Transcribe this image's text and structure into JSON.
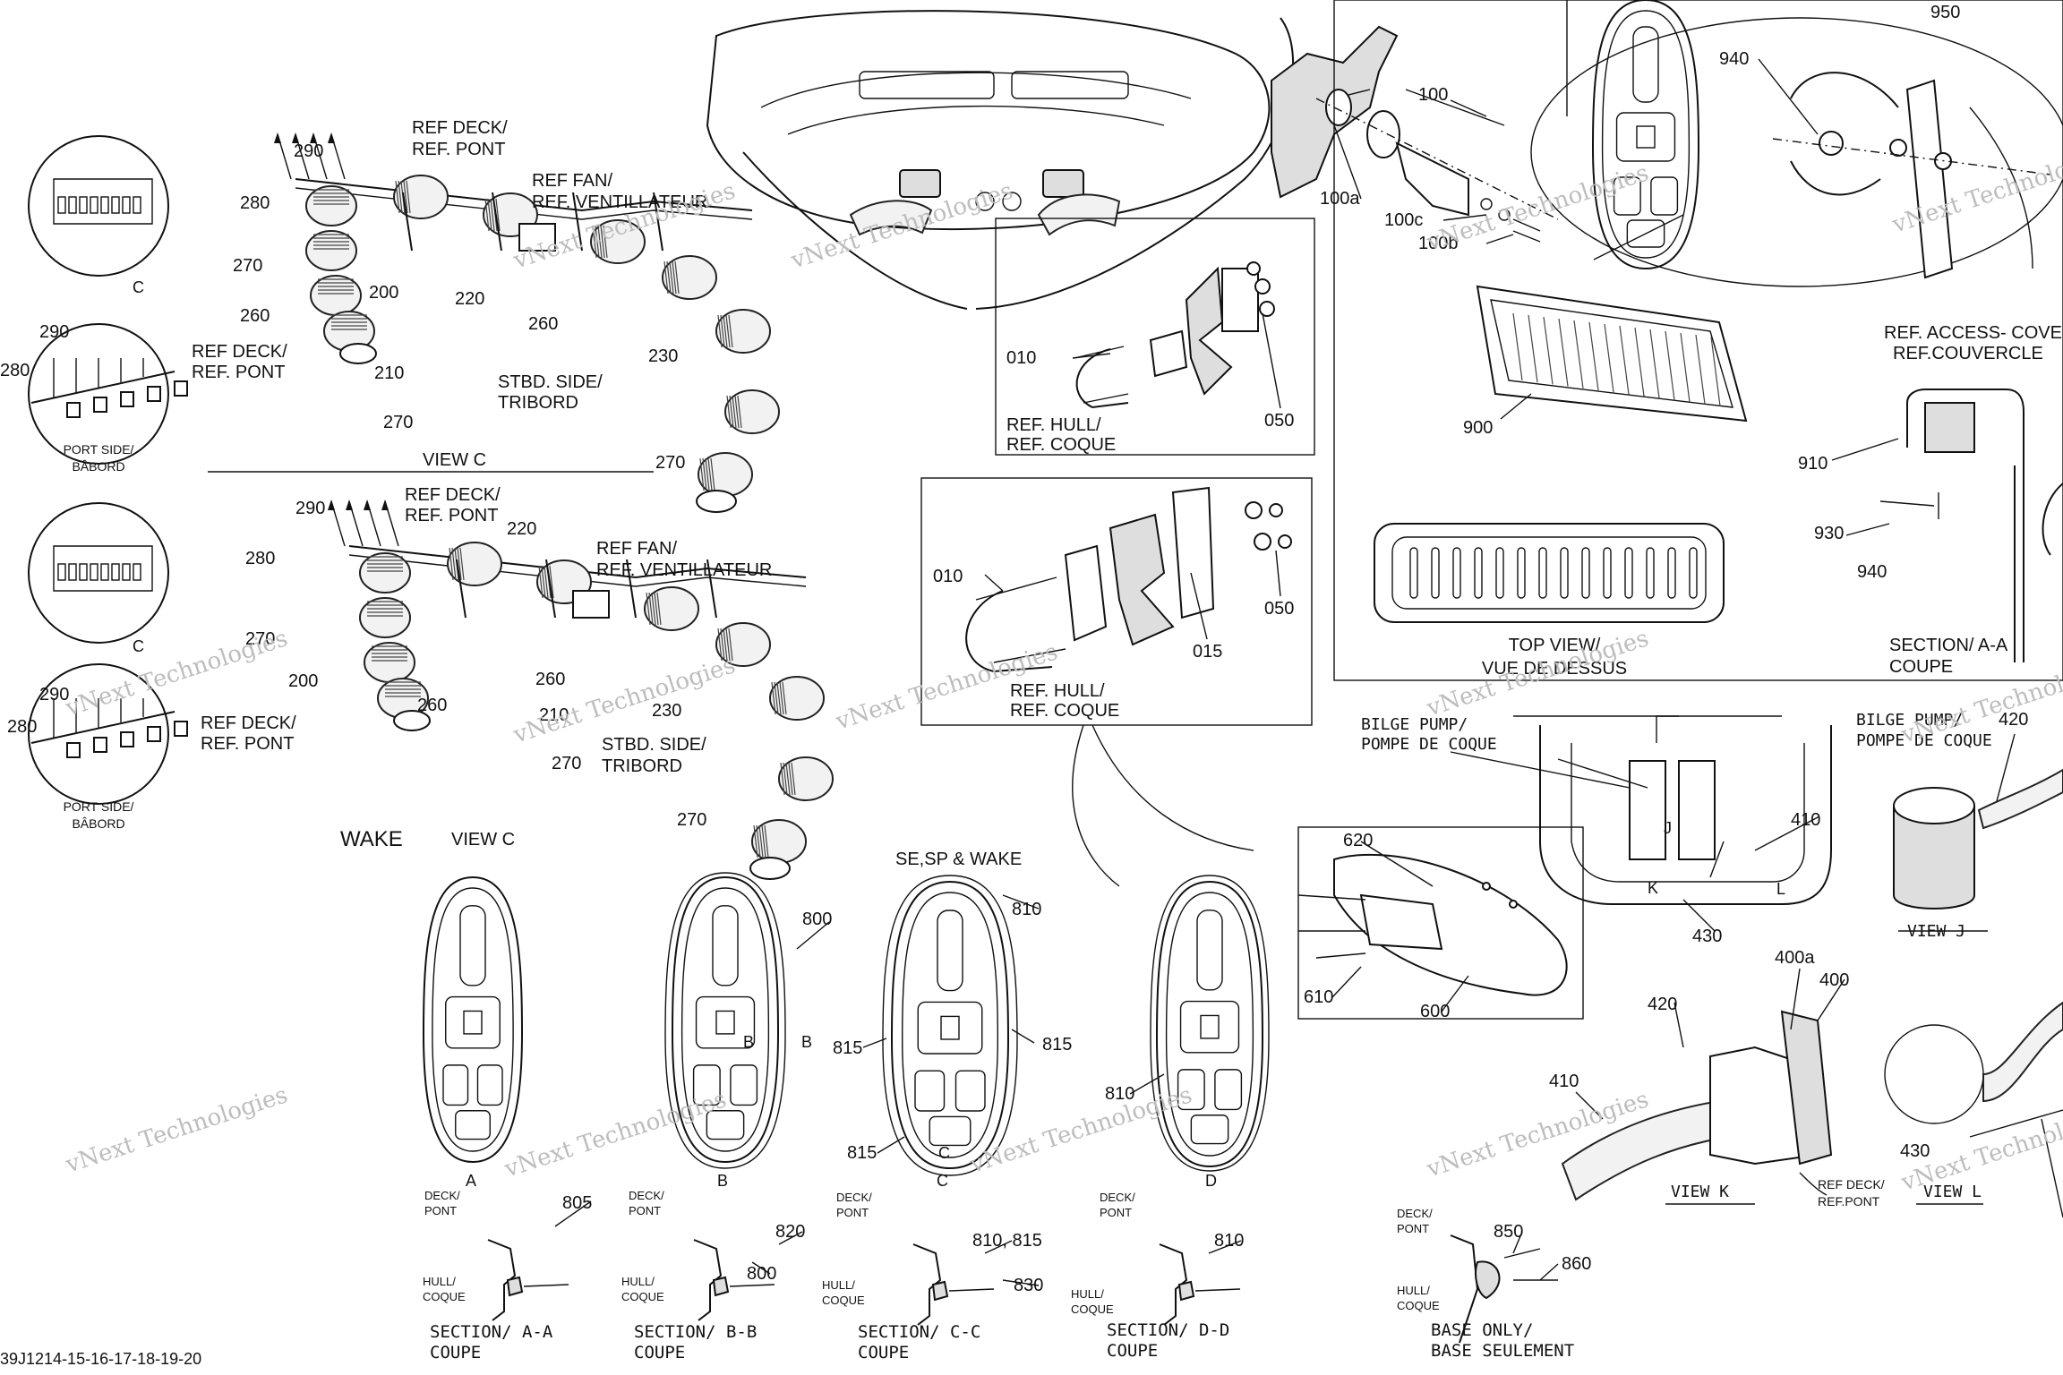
{
  "drawing_id": "39J1214-15-16-17-18-19-20",
  "watermark": "vNext Technologies",
  "callouts": {
    "c100": "100",
    "c100a": "100a",
    "c100b": "100b",
    "c100c": "100c",
    "c200": "200",
    "c210": "210",
    "c220": "220",
    "c230": "230",
    "c260": "260",
    "c270": "270",
    "c280": "280",
    "c290": "290",
    "c010": "010",
    "c015": "015",
    "c050": "050",
    "c400": "400",
    "c400a": "400a",
    "c410": "410",
    "c420": "420",
    "c430": "430",
    "c600": "600",
    "c610": "610",
    "c620": "620",
    "c800": "800",
    "c805": "805",
    "c810": "810",
    "c810_815": "810, 815",
    "c815": "815",
    "c820": "820",
    "c830": "830",
    "c850": "850",
    "c860": "860",
    "c900": "900",
    "c910": "910",
    "c930": "930",
    "c940": "940",
    "c950": "950"
  },
  "labels": {
    "ref_deck_pont_1": "REF DECK/",
    "ref_deck_pont_2": "REF. PONT",
    "ref_fan_1": "REF FAN/",
    "ref_fan_2": "REF. VENTILLATEUR",
    "stbd_1": "STBD. SIDE/",
    "stbd_2": "TRIBORD",
    "port_1": "PORT SIDE/",
    "port_2": "BÂBORD",
    "view_c": "VIEW  C",
    "detail_c": "C",
    "wake": "WAKE",
    "se_sp_wake": "SE,SP & WAKE",
    "ref_hull_1": "REF. HULL/",
    "ref_hull_2": "REF. COQUE",
    "top_view_1": "TOP VIEW/",
    "top_view_2": "VUE DE DESSUS",
    "ref_access_1": "REF. ACCESS- COVER/",
    "ref_access_2": "REF.COUVERCLE",
    "section_aa_1": "SECTION/   A-A",
    "section_aa_2": "COUPE",
    "bilge_1": "BILGE PUMP/",
    "bilge_2": "POMPE DE COQUE",
    "view_j": "VIEW  J",
    "view_k": "VIEW  K",
    "view_l": "VIEW  L",
    "ref_deck_small_1": "REF DECK/",
    "ref_deck_small_2": "REF.PONT",
    "letter_a": "A",
    "letter_b": "B",
    "letter_c": "C",
    "letter_d": "D",
    "letter_j": "J",
    "letter_k": "K",
    "letter_l": "L",
    "deck_1": "DECK/",
    "deck_2": "PONT",
    "hull_1": "HULL/",
    "hull_2": "COQUE",
    "sec_a_1": "SECTION/  A-A",
    "sec_b_1": "SECTION/  B-B",
    "sec_c_1": "SECTION/  C-C",
    "sec_d_1": "SECTION/  D-D",
    "sec_2": "COUPE",
    "base_only_1": "BASE ONLY/",
    "base_only_2": "BASE SEULEMENT"
  }
}
